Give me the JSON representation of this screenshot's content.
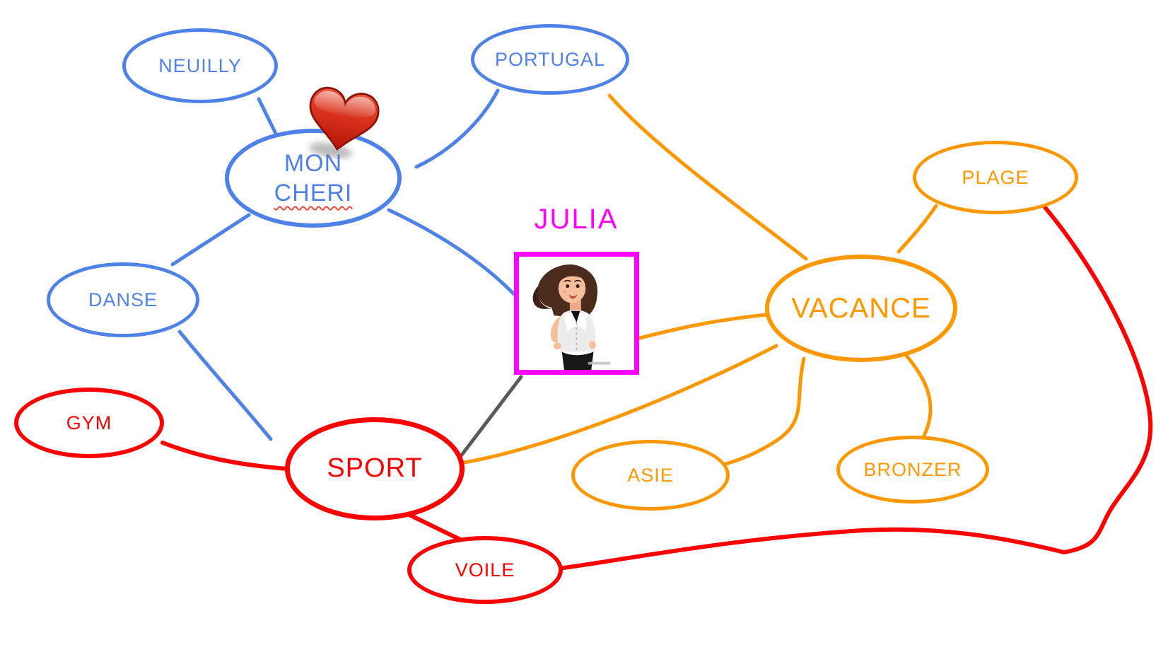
{
  "app": {
    "type": "mind-map",
    "central_person": "JULIA"
  },
  "colors": {
    "blue": "#4F82E8",
    "orange": "#FF9800",
    "red": "#FF0000",
    "magenta": "#FF00FF",
    "gray": "#595959",
    "heart_red": "#C81E10"
  },
  "nodes": {
    "neuilly": {
      "label": "NEUILLY"
    },
    "portugal": {
      "label": "PORTUGAL"
    },
    "mon_cheri": {
      "label_line1": "MON",
      "label_line2": "CHERI"
    },
    "danse": {
      "label": "DANSE"
    },
    "gym": {
      "label": "GYM"
    },
    "sport": {
      "label": "SPORT"
    },
    "voile": {
      "label": "VOILE"
    },
    "julia": {
      "label": "JULIA"
    },
    "vacance": {
      "label": "VACANCE"
    },
    "plage": {
      "label": "PLAGE"
    },
    "asie": {
      "label": "ASIE"
    },
    "bronzer": {
      "label": "BRONZER"
    }
  },
  "icons": {
    "heart": "heart-icon",
    "julia_photo": "cartoon-woman-photo"
  },
  "edges": [
    {
      "from": "neuilly",
      "to": "mon_cheri",
      "color_key": "blue"
    },
    {
      "from": "portugal",
      "to": "mon_cheri",
      "color_key": "blue"
    },
    {
      "from": "mon_cheri",
      "to": "danse",
      "color_key": "blue"
    },
    {
      "from": "mon_cheri",
      "to": "julia",
      "color_key": "blue"
    },
    {
      "from": "danse",
      "to": "sport",
      "color_key": "blue"
    },
    {
      "from": "gym",
      "to": "sport",
      "color_key": "red"
    },
    {
      "from": "sport",
      "to": "voile",
      "color_key": "red"
    },
    {
      "from": "plage",
      "to": "voile",
      "color_key": "red"
    },
    {
      "from": "julia",
      "to": "sport",
      "color_key": "gray"
    },
    {
      "from": "julia",
      "to": "vacance",
      "color_key": "orange"
    },
    {
      "from": "portugal",
      "to": "vacance",
      "color_key": "orange"
    },
    {
      "from": "vacance",
      "to": "plage",
      "color_key": "orange"
    },
    {
      "from": "vacance",
      "to": "sport",
      "color_key": "orange"
    },
    {
      "from": "vacance",
      "to": "asie",
      "color_key": "orange"
    },
    {
      "from": "vacance",
      "to": "bronzer",
      "color_key": "orange"
    }
  ]
}
